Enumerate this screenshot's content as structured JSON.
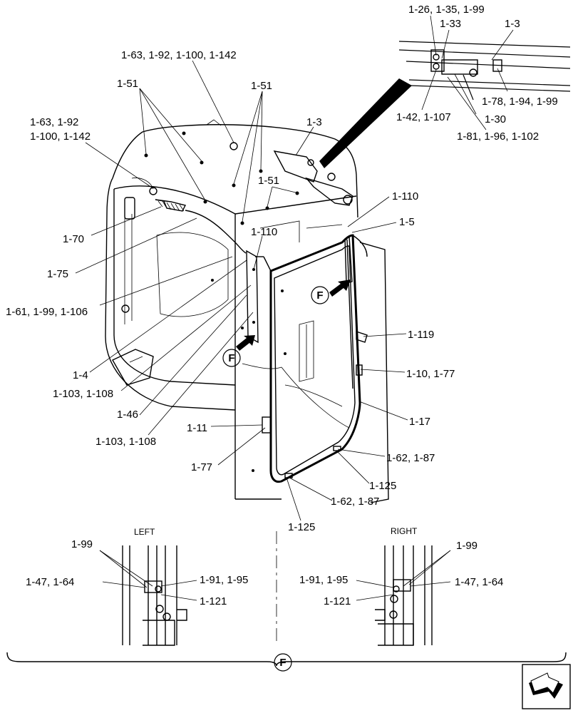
{
  "labels": {
    "l_1_26": "1-26, 1-35, 1-99",
    "l_1_33": "1-33",
    "l_1_3_top": "1-3",
    "l_1_78": "1-78, 1-94, 1-99",
    "l_1_42": "1-42, 1-107",
    "l_1_30": "1-30",
    "l_1_81": "1-81, 1-96, 1-102",
    "l_1_63_top": "1-63, 1-92, 1-100, 1-142",
    "l_1_51_a": "1-51",
    "l_1_51_b": "1-51",
    "l_1_63_left_1": "1-63, 1-92",
    "l_1_63_left_2": "1-100, 1-142",
    "l_1_3_mid": "1-3",
    "l_1_51_c": "1-51",
    "l_1_110_r": "1-110",
    "l_1_5": "1-5",
    "l_1_70": "1-70",
    "l_1_110_l": "1-110",
    "l_1_75": "1-75",
    "l_1_61": "1-61, 1-99, 1-106",
    "l_1_119": "1-119",
    "l_1_4": "1-4",
    "l_1_10": "1-10, 1-77",
    "l_1_103_a": "1-103, 1-108",
    "l_1_46": "1-46",
    "l_1_17": "1-17",
    "l_1_103_b": "1-103, 1-108",
    "l_1_11": "1-11",
    "l_1_62_a": "1-62, 1-87",
    "l_1_77": "1-77",
    "l_1_125_a": "1-125",
    "l_1_62_b": "1-62, 1-87",
    "l_1_125_b": "1-125",
    "left": "LEFT",
    "right": "RIGHT",
    "l_1_99_l": "1-99",
    "l_1_47_l": "1-47, 1-64",
    "l_1_91_l": "1-91, 1-95",
    "l_1_121_l": "1-121",
    "l_1_99_r": "1-99",
    "l_1_91_r": "1-91, 1-95",
    "l_1_47_r": "1-47, 1-64",
    "l_1_121_r": "1-121"
  },
  "callouts": {
    "f_main_1": "F",
    "f_main_2": "F",
    "f_bottom": "F"
  }
}
